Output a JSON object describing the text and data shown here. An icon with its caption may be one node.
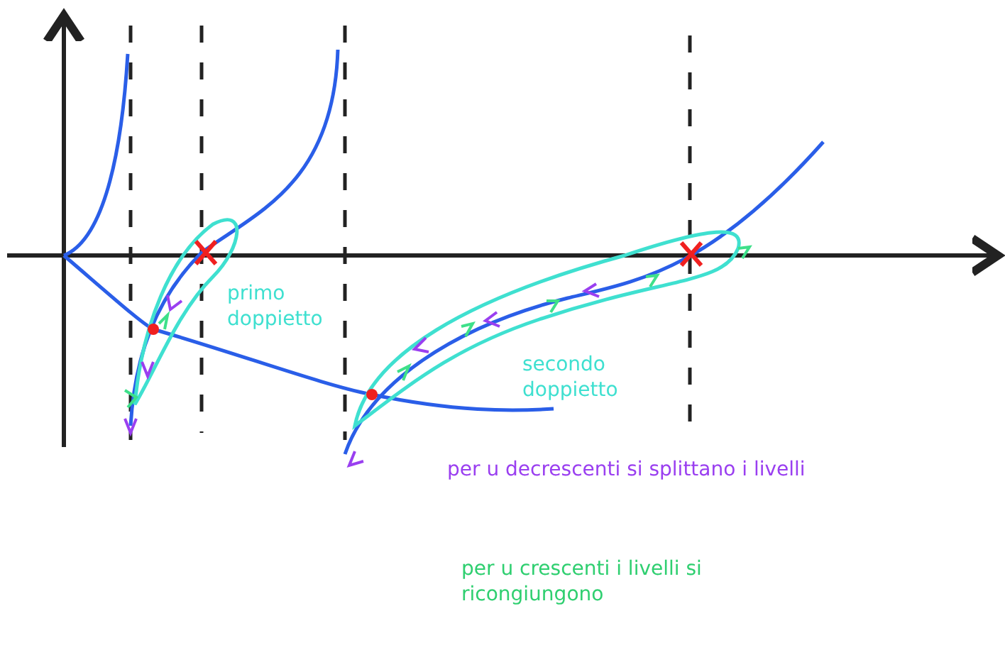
{
  "diagram": {
    "labels": [
      "primo doppietto",
      "secondo doppietto",
      "per u decrescenti si splittano i livelli",
      "per u crescenti i livelli si ricongiungono"
    ]
  }
}
